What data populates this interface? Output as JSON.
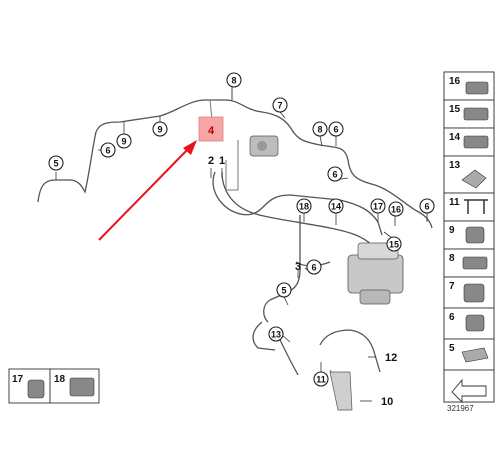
{
  "callouts": {
    "c8a": "8",
    "c7": "7",
    "c8b": "8",
    "c6a": "6",
    "c9a": "9",
    "c9b": "9",
    "c6b": "6",
    "c5a": "5",
    "c6c": "6",
    "c18": "18",
    "c14": "14",
    "c17": "17",
    "c16": "16",
    "c6d": "6",
    "c15": "15",
    "c6e": "6",
    "c5b": "5",
    "c13": "13",
    "c11": "11"
  },
  "labels": {
    "l2": "2",
    "l1": "1",
    "l3": "3",
    "l12": "12",
    "l10": "10"
  },
  "highlight": {
    "label": "4",
    "color": "#f6a6a6"
  },
  "arrow_color": "#e8141b",
  "side_panel": [
    "16",
    "15",
    "14",
    "13",
    "11",
    "9",
    "8",
    "7",
    "6",
    "5"
  ],
  "bottom_panel": [
    "17",
    "18"
  ],
  "reference_number": "321967"
}
